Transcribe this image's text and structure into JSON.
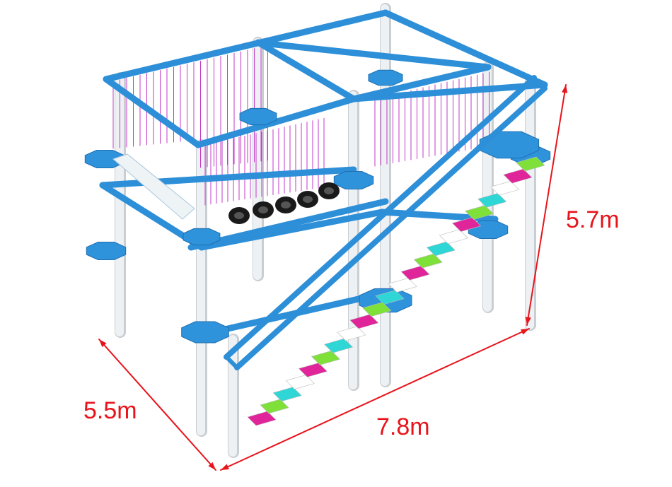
{
  "dimensions": {
    "height": "5.7m",
    "depth": "5.5m",
    "width": "7.8m"
  },
  "colors": {
    "frame": "#2d8fd8",
    "platform": "#2f93dc",
    "post": "#eef1f4",
    "dimension": "#e8141c",
    "net": "#c238c8",
    "steps": [
      "#e0249a",
      "#7fe03a",
      "#2fd6d6",
      "#ffffff"
    ]
  }
}
